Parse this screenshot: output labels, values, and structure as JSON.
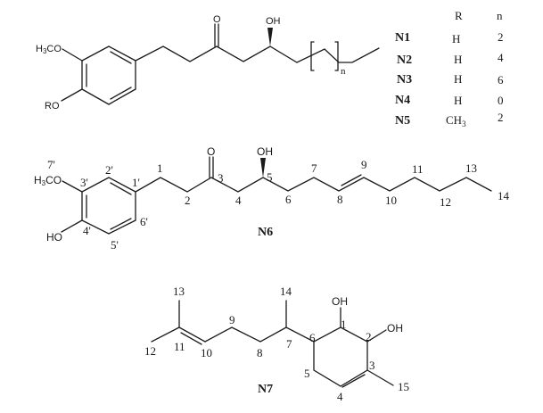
{
  "figure": {
    "structure_general": {
      "substituent_labels": {
        "methoxy": "H3CO",
        "ro": "RO",
        "carbonyl_o": "O",
        "hydroxyl": "OH",
        "repeat_subscript": "n"
      }
    },
    "table": {
      "headers": {
        "r": "R",
        "n": "n"
      },
      "rows": [
        {
          "compound": "N1",
          "r": "H",
          "n": "2"
        },
        {
          "compound": "N2",
          "r": "H",
          "n": "4"
        },
        {
          "compound": "N3",
          "r": "H",
          "n": "6"
        },
        {
          "compound": "N4",
          "r": "H",
          "n": "0"
        },
        {
          "compound": "N5",
          "r": "CH3",
          "n": "2"
        }
      ]
    },
    "n6": {
      "name": "N6",
      "substituents": {
        "methoxy": "H3CO",
        "hydroxy_ring": "HO",
        "carbonyl_o": "O",
        "hydroxyl": "OH"
      },
      "atom_numbers": {
        "c7p": "7'",
        "c3p": "3'",
        "c2p": "2'",
        "c1p": "1'",
        "c6p": "6'",
        "c5p": "5'",
        "c4p": "4'",
        "c1": "1",
        "c2": "2",
        "c3": "3",
        "c4": "4",
        "c5": "5",
        "c6": "6",
        "c7": "7",
        "c8": "8",
        "c9": "9",
        "c10": "10",
        "c11": "11",
        "c12": "12",
        "c13": "13",
        "c14": "14"
      }
    },
    "n7": {
      "name": "N7",
      "substituents": {
        "oh1": "OH",
        "oh2": "OH"
      },
      "atom_numbers": {
        "c1": "1",
        "c2": "2",
        "c3": "3",
        "c4": "4",
        "c5": "5",
        "c6": "6",
        "c7": "7",
        "c8": "8",
        "c9": "9",
        "c10": "10",
        "c11": "11",
        "c12": "12",
        "c13": "13",
        "c14": "14",
        "c15": "15"
      }
    }
  }
}
